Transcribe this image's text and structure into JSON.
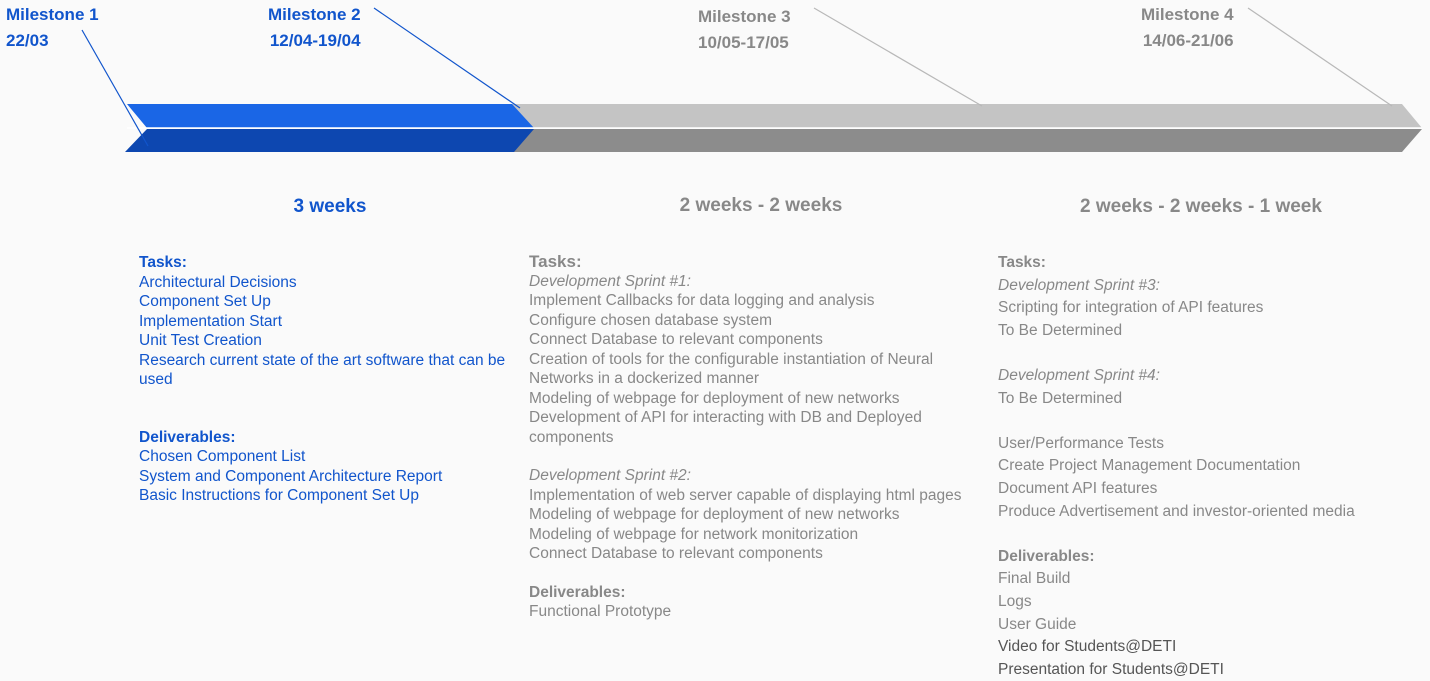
{
  "colors": {
    "done": "#1155cc",
    "done_light": "#1a66e6",
    "done_dark": "#0d47b0",
    "pending": "#888888",
    "bar_light": "#c4c4c4",
    "bar_dark": "#8c8c8c"
  },
  "milestones": [
    {
      "label": "Milestone 1",
      "date": "22/03",
      "status": "done"
    },
    {
      "label": "Milestone 2",
      "date": "12/04-19/04",
      "status": "done"
    },
    {
      "label": "Milestone 3",
      "date": "10/05-17/05",
      "status": "pending"
    },
    {
      "label": "Milestone 4",
      "date": "14/06-21/06",
      "status": "pending"
    }
  ],
  "phases": [
    {
      "duration": "3 weeks",
      "tasks_heading": "Tasks:",
      "tasks": [
        "Architectural Decisions",
        "Component Set Up",
        "Implementation Start",
        "Unit Test Creation",
        "Research current state of the art software that can be used"
      ],
      "deliverables_heading": "Deliverables:",
      "deliverables": [
        "Chosen Component List",
        "System and Component Architecture Report",
        "Basic Instructions for Component Set Up"
      ]
    },
    {
      "duration": "2 weeks - 2 weeks",
      "tasks_heading": "Tasks:",
      "sprint1_title": "Development Sprint #1:",
      "sprint1": [
        "Implement Callbacks for data logging and analysis",
        "Configure chosen database system",
        "Connect Database to relevant components",
        "Creation of tools for the configurable instantiation of Neural Networks in a dockerized manner",
        "Modeling of webpage for deployment of new networks",
        "Development of API for interacting with DB and Deployed components"
      ],
      "sprint2_title": "Development Sprint #2:",
      "sprint2": [
        "Implementation of web server capable of displaying html pages",
        "Modeling of webpage for deployment of new networks",
        "Modeling of webpage for network monitorization",
        "Connect Database to relevant components"
      ],
      "deliverables_heading": "Deliverables:",
      "deliverables": [
        "Functional Prototype"
      ]
    },
    {
      "duration": "2 weeks - 2 weeks - 1 week",
      "tasks_heading": "Tasks:",
      "sprint3_title": "Development Sprint #3:",
      "sprint3": [
        "Scripting for integration of API features",
        "To Be Determined"
      ],
      "sprint4_title": "Development Sprint #4:",
      "sprint4": [
        "To Be Determined"
      ],
      "other_tasks": [
        "User/Performance Tests",
        "Create Project Management Documentation",
        "Document API features",
        "Produce Advertisement and investor-oriented media"
      ],
      "deliverables_heading": "Deliverables:",
      "deliverables": [
        "Final Build",
        "Logs",
        "User Guide",
        "Video for Students@DETI",
        "Presentation for Students@DETI"
      ]
    }
  ]
}
